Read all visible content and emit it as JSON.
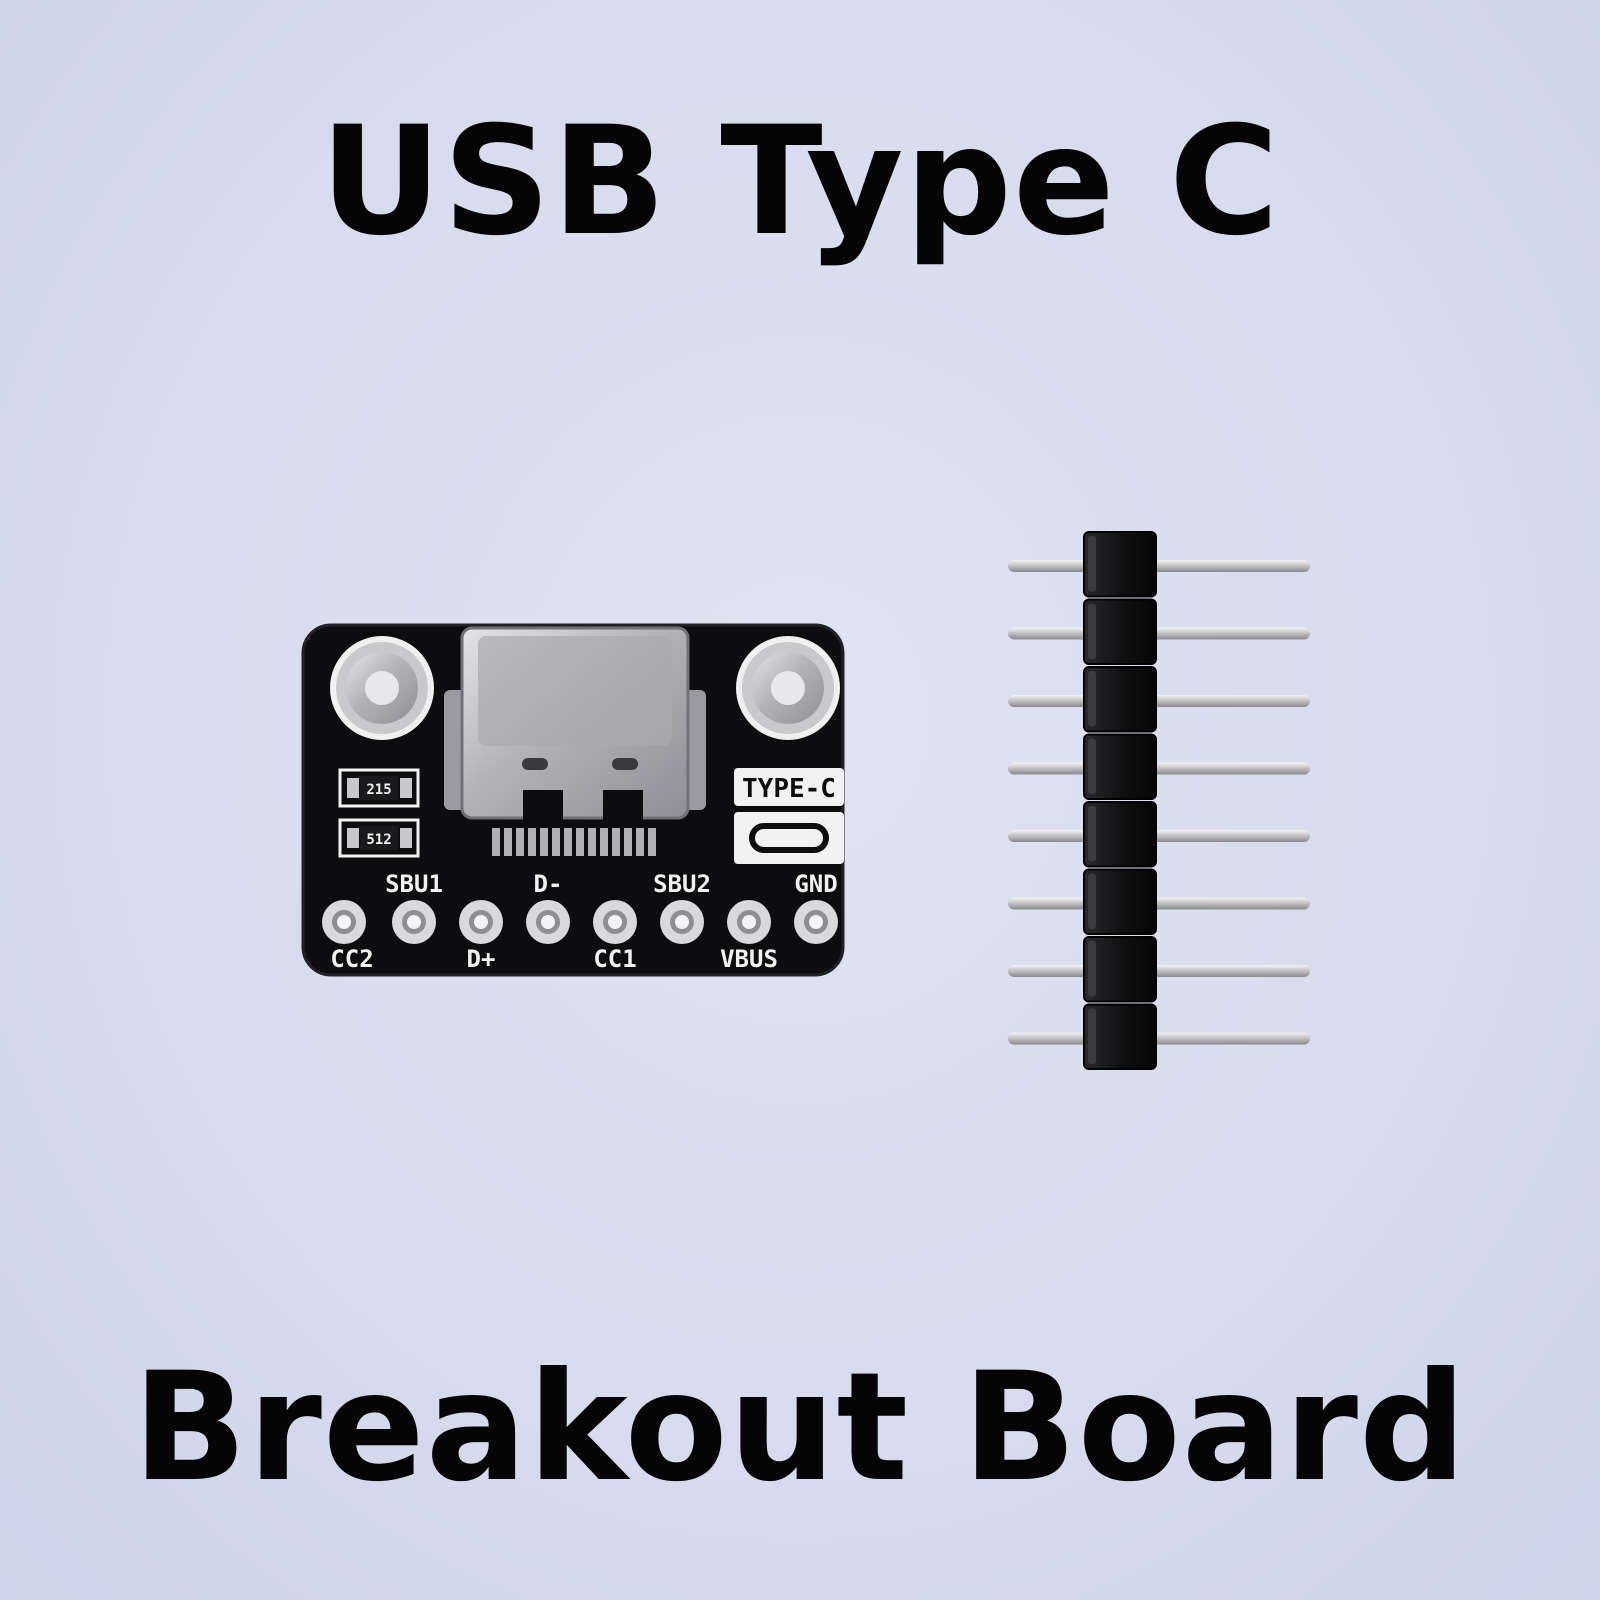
{
  "title_top": "USB Type C",
  "title_bottom": "Breakout Board",
  "pcb": {
    "type_label": "TYPE-C",
    "resistor_labels": [
      "215",
      "512"
    ],
    "pin_labels_top": [
      "SBU1",
      "D-",
      "SBU2",
      "GND"
    ],
    "pin_labels_bottom": [
      "CC2",
      "D+",
      "CC1",
      "VBUS"
    ]
  },
  "pin_header": {
    "pin_count": 8
  },
  "colors": {
    "background": "#d9ddef",
    "pcb": "#0d0d0f",
    "silkscreen": "#f2f2f2",
    "metal": "#b8b8bc",
    "text": "#050505"
  }
}
